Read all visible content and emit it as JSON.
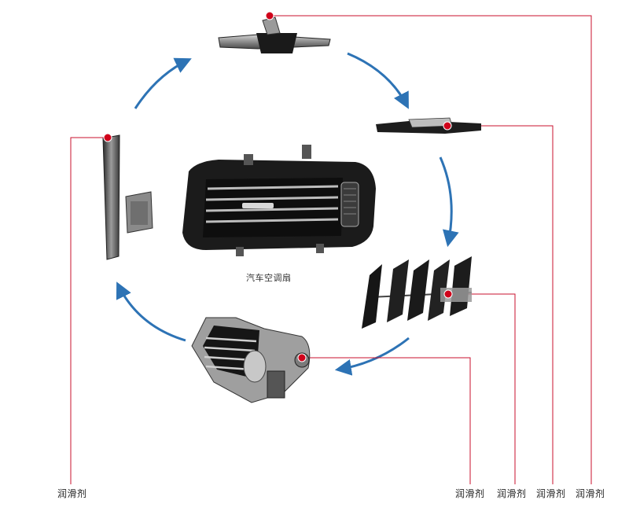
{
  "caption": "汽车空调扇",
  "callouts": [
    {
      "id": "left",
      "text": "润滑剂"
    },
    {
      "id": "knob",
      "text": "润滑剂"
    },
    {
      "id": "vanes",
      "text": "润滑剂"
    },
    {
      "id": "bar",
      "text": "润滑剂"
    },
    {
      "id": "top-clip",
      "text": "润滑剂"
    }
  ],
  "colors": {
    "leader_line": "#c8102e",
    "arrow": "#2d73b5",
    "part_dark": "#1a1a1a",
    "part_grey": "#8a8a8a"
  }
}
